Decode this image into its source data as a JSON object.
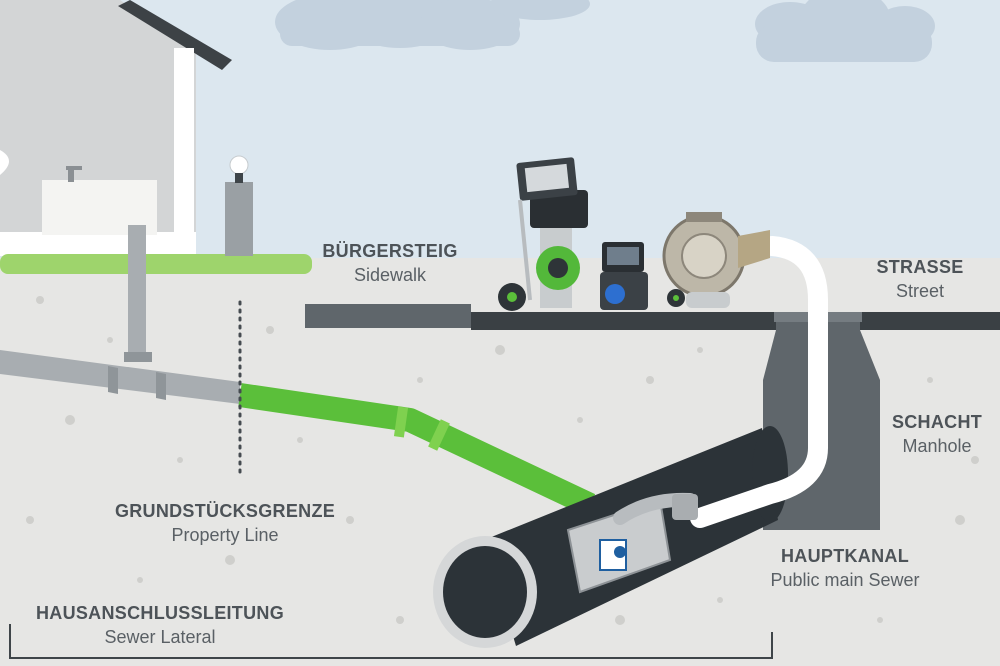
{
  "labels": {
    "sidewalk": {
      "title": "BÜRGERSTEIG",
      "subtitle": "Sidewalk"
    },
    "street": {
      "title": "STRASSE",
      "subtitle": "Street"
    },
    "manhole": {
      "title": "SCHACHT",
      "subtitle": "Manhole"
    },
    "property_line": {
      "title": "GRUNDSTÜCKSGRENZE",
      "subtitle": "Property Line"
    },
    "main_sewer": {
      "title": "HAUPTKANAL",
      "subtitle": "Public main Sewer"
    },
    "lateral": {
      "title": "HAUSANSCHLUSSLEITUNG",
      "subtitle": "Sewer Lateral"
    }
  },
  "colors": {
    "sky": "#dce7ef",
    "ground": "#e6e6e4",
    "pipe_green": "#5bbf3a",
    "pipe_gray": "#a8adb1",
    "main_sewer": "#2c3338",
    "manhole": "#5f666b",
    "cable": "#ffffff",
    "grass": "#9ed46c"
  },
  "icons": [
    "cloud-icon",
    "house-icon",
    "push-camera-cart-icon",
    "monitor-case-icon",
    "cable-reel-icon",
    "camera-crawler-icon",
    "lamp-icon"
  ]
}
